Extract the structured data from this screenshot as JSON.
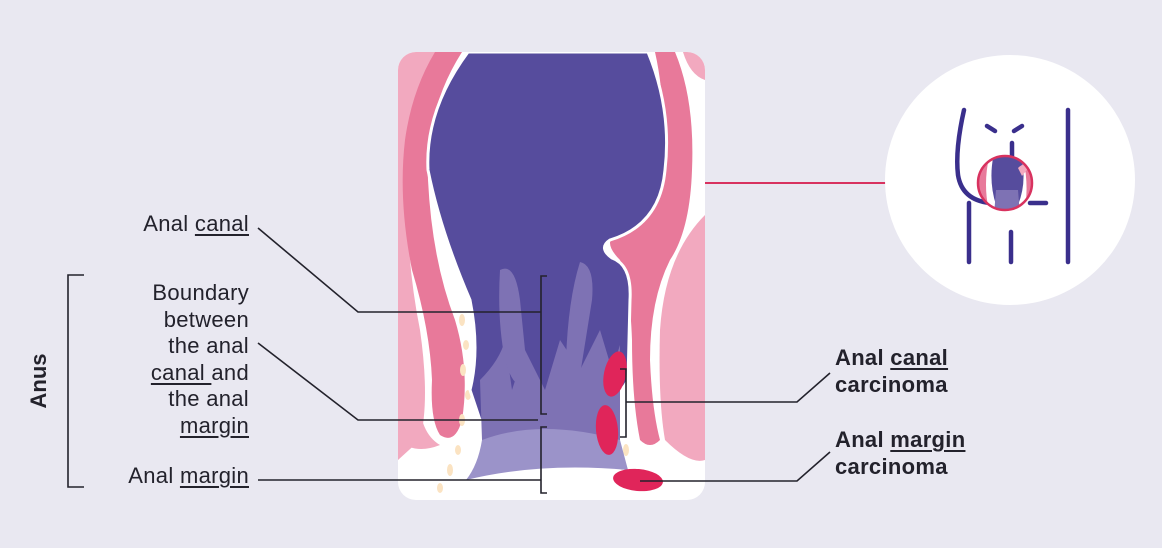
{
  "labels": {
    "anus": "Anus",
    "anal_canal": {
      "prefix": "Anal ",
      "underlined": "canal"
    },
    "boundary": {
      "line1": "Boundary",
      "line2": "between",
      "line3": "the anal",
      "line4_underlined": "canal ",
      "line4_rest": "and",
      "line5": "the anal",
      "line6_underlined": "margin"
    },
    "anal_margin": {
      "prefix": "Anal ",
      "underlined": "margin"
    },
    "anal_canal_carcinoma": {
      "prefix": "Anal ",
      "underlined": "canal",
      "line2": "carcinoma"
    },
    "anal_margin_carcinoma": {
      "prefix": "Anal ",
      "underlined": "margin",
      "line2": "carcinoma"
    }
  },
  "colors": {
    "background": "#e9e8f1",
    "lumen": "#564c9d",
    "canal": "#7e72b4",
    "margin": "#9b93c9",
    "muscle": "#e8799a",
    "outer_tissue": "#f2a9bf",
    "carcinoma": "#e0255a",
    "fat": "#fbe3c2",
    "body_outline": "#3a2f8c"
  }
}
